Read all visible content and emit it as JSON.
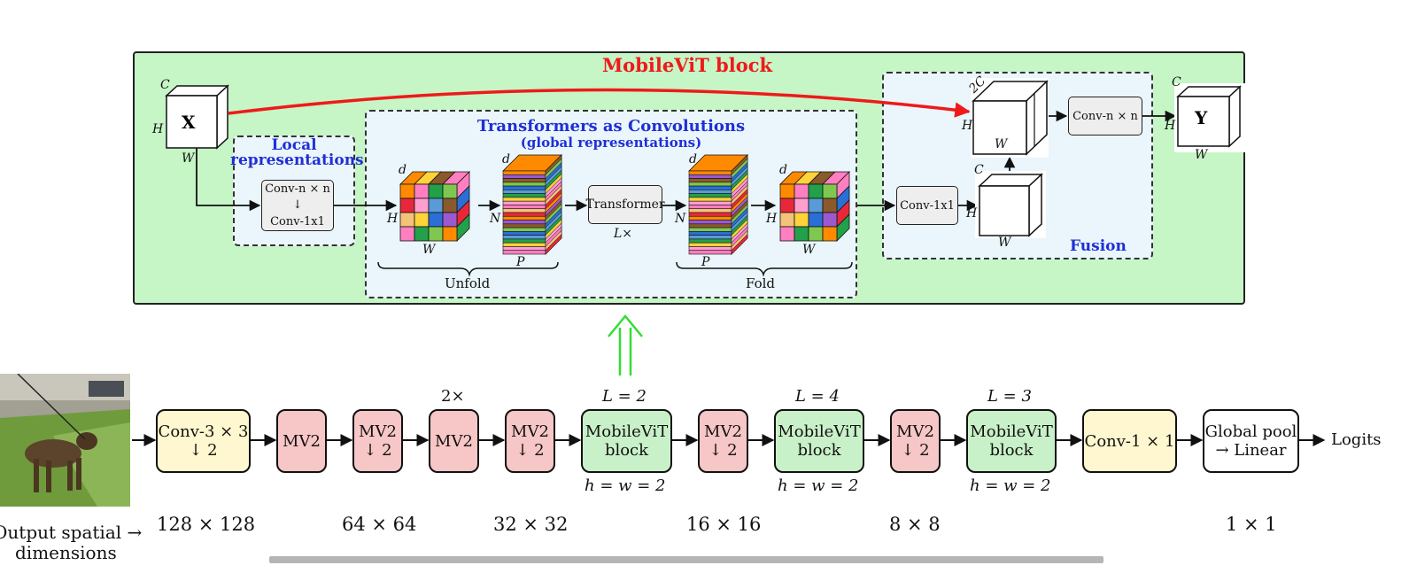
{
  "block": {
    "title": "MobileViT block",
    "local_title_1": "Local",
    "local_title_2": "representations",
    "local_conv_top": "Conv-n × n",
    "local_conv_bottom": "Conv-1x1",
    "transformers_title": "Transformers as Convolutions",
    "transformers_subtitle": "(global representations)",
    "transformer_label": "Transformer",
    "transformer_repeat": "L×",
    "unfold_label": "Unfold",
    "fold_label": "Fold",
    "fusion_title": "Fusion",
    "fusion_conv1x1": "Conv-1x1",
    "fusion_convnxn": "Conv-n × n",
    "input_label": "X",
    "output_label": "Y",
    "dim_H": "H",
    "dim_W": "W",
    "dim_C": "C",
    "dim_2C": "2C",
    "dim_d": "d",
    "dim_N": "N",
    "dim_P": "P"
  },
  "pipeline": {
    "stages": [
      {
        "line1": "Conv-3 × 3",
        "line2": "↓ 2",
        "color": "yellow",
        "above": "",
        "below": ""
      },
      {
        "line1": "MV2",
        "line2": "",
        "color": "pink",
        "above": "",
        "below": ""
      },
      {
        "line1": "MV2",
        "line2": "↓ 2",
        "color": "pink",
        "above": "",
        "below": ""
      },
      {
        "line1": "MV2",
        "line2": "",
        "color": "pink",
        "above": "2×",
        "below": ""
      },
      {
        "line1": "MV2",
        "line2": "↓ 2",
        "color": "pink",
        "above": "",
        "below": ""
      },
      {
        "line1": "MobileViT",
        "line2": "block",
        "color": "green",
        "above": "L = 2",
        "below": "h = w = 2"
      },
      {
        "line1": "MV2",
        "line2": "↓ 2",
        "color": "pink",
        "above": "",
        "below": ""
      },
      {
        "line1": "MobileViT",
        "line2": "block",
        "color": "green",
        "above": "L = 4",
        "below": "h = w = 2"
      },
      {
        "line1": "MV2",
        "line2": "↓ 2",
        "color": "pink",
        "above": "",
        "below": ""
      },
      {
        "line1": "MobileViT",
        "line2": "block",
        "color": "green",
        "above": "L = 3",
        "below": "h = w = 2"
      },
      {
        "line1": "Conv-1 × 1",
        "line2": "",
        "color": "yellow",
        "above": "",
        "below": ""
      },
      {
        "line1": "Global pool",
        "line2": "→ Linear",
        "color": "white",
        "above": "",
        "below": ""
      }
    ],
    "output_label": "Logits",
    "spatial_label_1": "Output spatial →",
    "spatial_label_2": "dimensions",
    "dims": [
      "128 × 128",
      "64 × 64",
      "32 × 32",
      "16 × 16",
      "8 × 8",
      "1 × 1"
    ]
  },
  "colors": {
    "block_bg": "#c6f5c6",
    "inner_bg": "#eaf6fb",
    "skip_arrow": "#ee1a1a",
    "up_arrow": "#33dd33",
    "title_red": "#ee1a1a",
    "title_blue": "#1f2fd6"
  }
}
